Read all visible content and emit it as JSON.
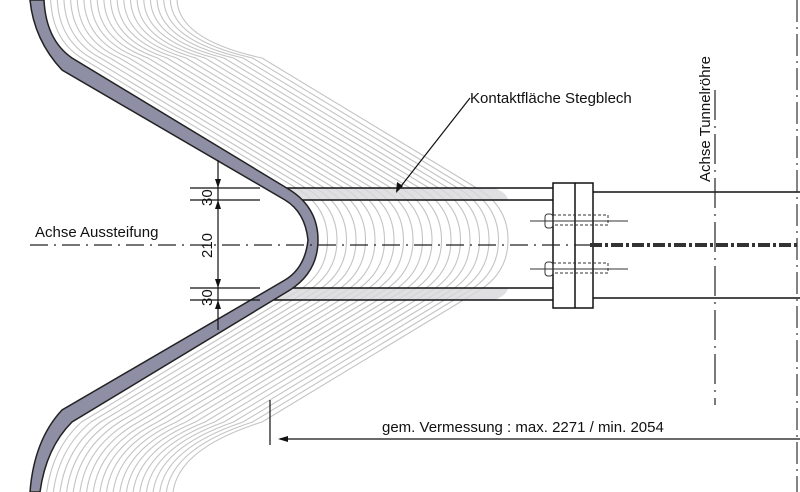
{
  "labels": {
    "contact_surface": "Kontaktfläche Stegblech",
    "axis_bracing": "Achse Aussteifung",
    "axis_tunnel": "Achse Tunnelröhre",
    "measurement": "gem. Vermessung :  max. 2271  /  min. 2054"
  },
  "dimensions": {
    "top_plate": "30",
    "middle": "210",
    "bottom_plate": "30"
  },
  "colors": {
    "profile_fill": "#8e8ea4",
    "contour_lines": "#c4c4c4",
    "plate_fill": "#d8d8dc",
    "ink": "#111111"
  }
}
